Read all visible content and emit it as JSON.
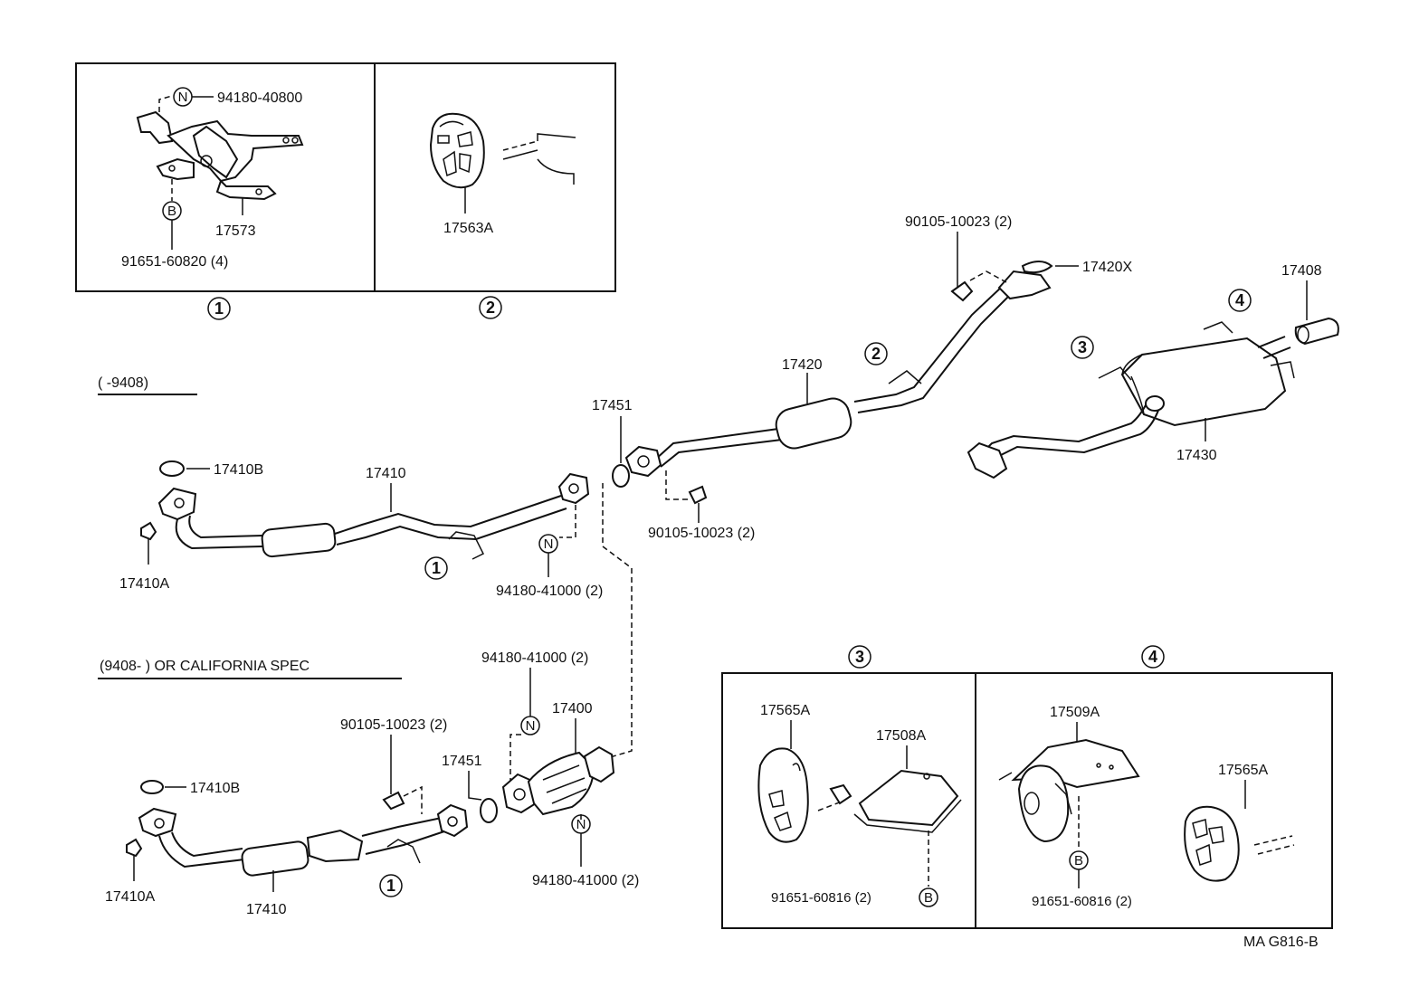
{
  "headings": {
    "early": "(      -9408)",
    "late": "(9408-      ) OR  CALIFORNIA  SPEC"
  },
  "panel1": {
    "callout": "1",
    "labels": {
      "nut_n": "N",
      "nut_part": "94180-40800",
      "bracket": "17573",
      "bolt_b": "B",
      "bolt_part": "91651-60820 (4)"
    }
  },
  "panel2": {
    "callout": "2",
    "labels": {
      "hanger": "17563A"
    }
  },
  "panel3": {
    "callout": "3",
    "labels": {
      "hanger": "17565A",
      "heat_insulator": "17508A",
      "bolt_part": "91651-60816 (2)",
      "bolt_b": "B"
    }
  },
  "panel4": {
    "callout": "4",
    "labels": {
      "bracket": "17509A",
      "bolt_b": "B",
      "bolt_part": "91651-60816 (2)",
      "hanger": "17565A"
    }
  },
  "main": {
    "center_pipe": "17420",
    "center_callout": "2",
    "flange_bolt_top": "90105-10023 (2)",
    "gasket_top": "17420X",
    "tail_tip": "17408",
    "tail_callout_4": "4",
    "tail_callout_3": "3",
    "muffler": "17430",
    "gasket_mid": "17451",
    "flange_bolt_mid": "90105-10023 (2)",
    "gasket_b_early": "17410B",
    "front_pipe_early": "17410",
    "nut_a_early": "17410A",
    "early_callout_1": "1",
    "nut_n_mid": "N",
    "nut_part_mid": "94180-41000 (2)",
    "converter_nut_part_top": "94180-41000 (2)",
    "converter_nut_n_top": "N",
    "converter": "17400",
    "flange_bolt_late": "90105-10023 (2)",
    "gasket_late": "17451",
    "gasket_b_late": "17410B",
    "nut_a_late": "17410A",
    "front_pipe_late": "17410",
    "late_callout_1": "1",
    "converter_nut_n_bottom": "N",
    "converter_nut_part_bottom": "94180-41000 (2)"
  },
  "footer_code": "MA  G816-B"
}
